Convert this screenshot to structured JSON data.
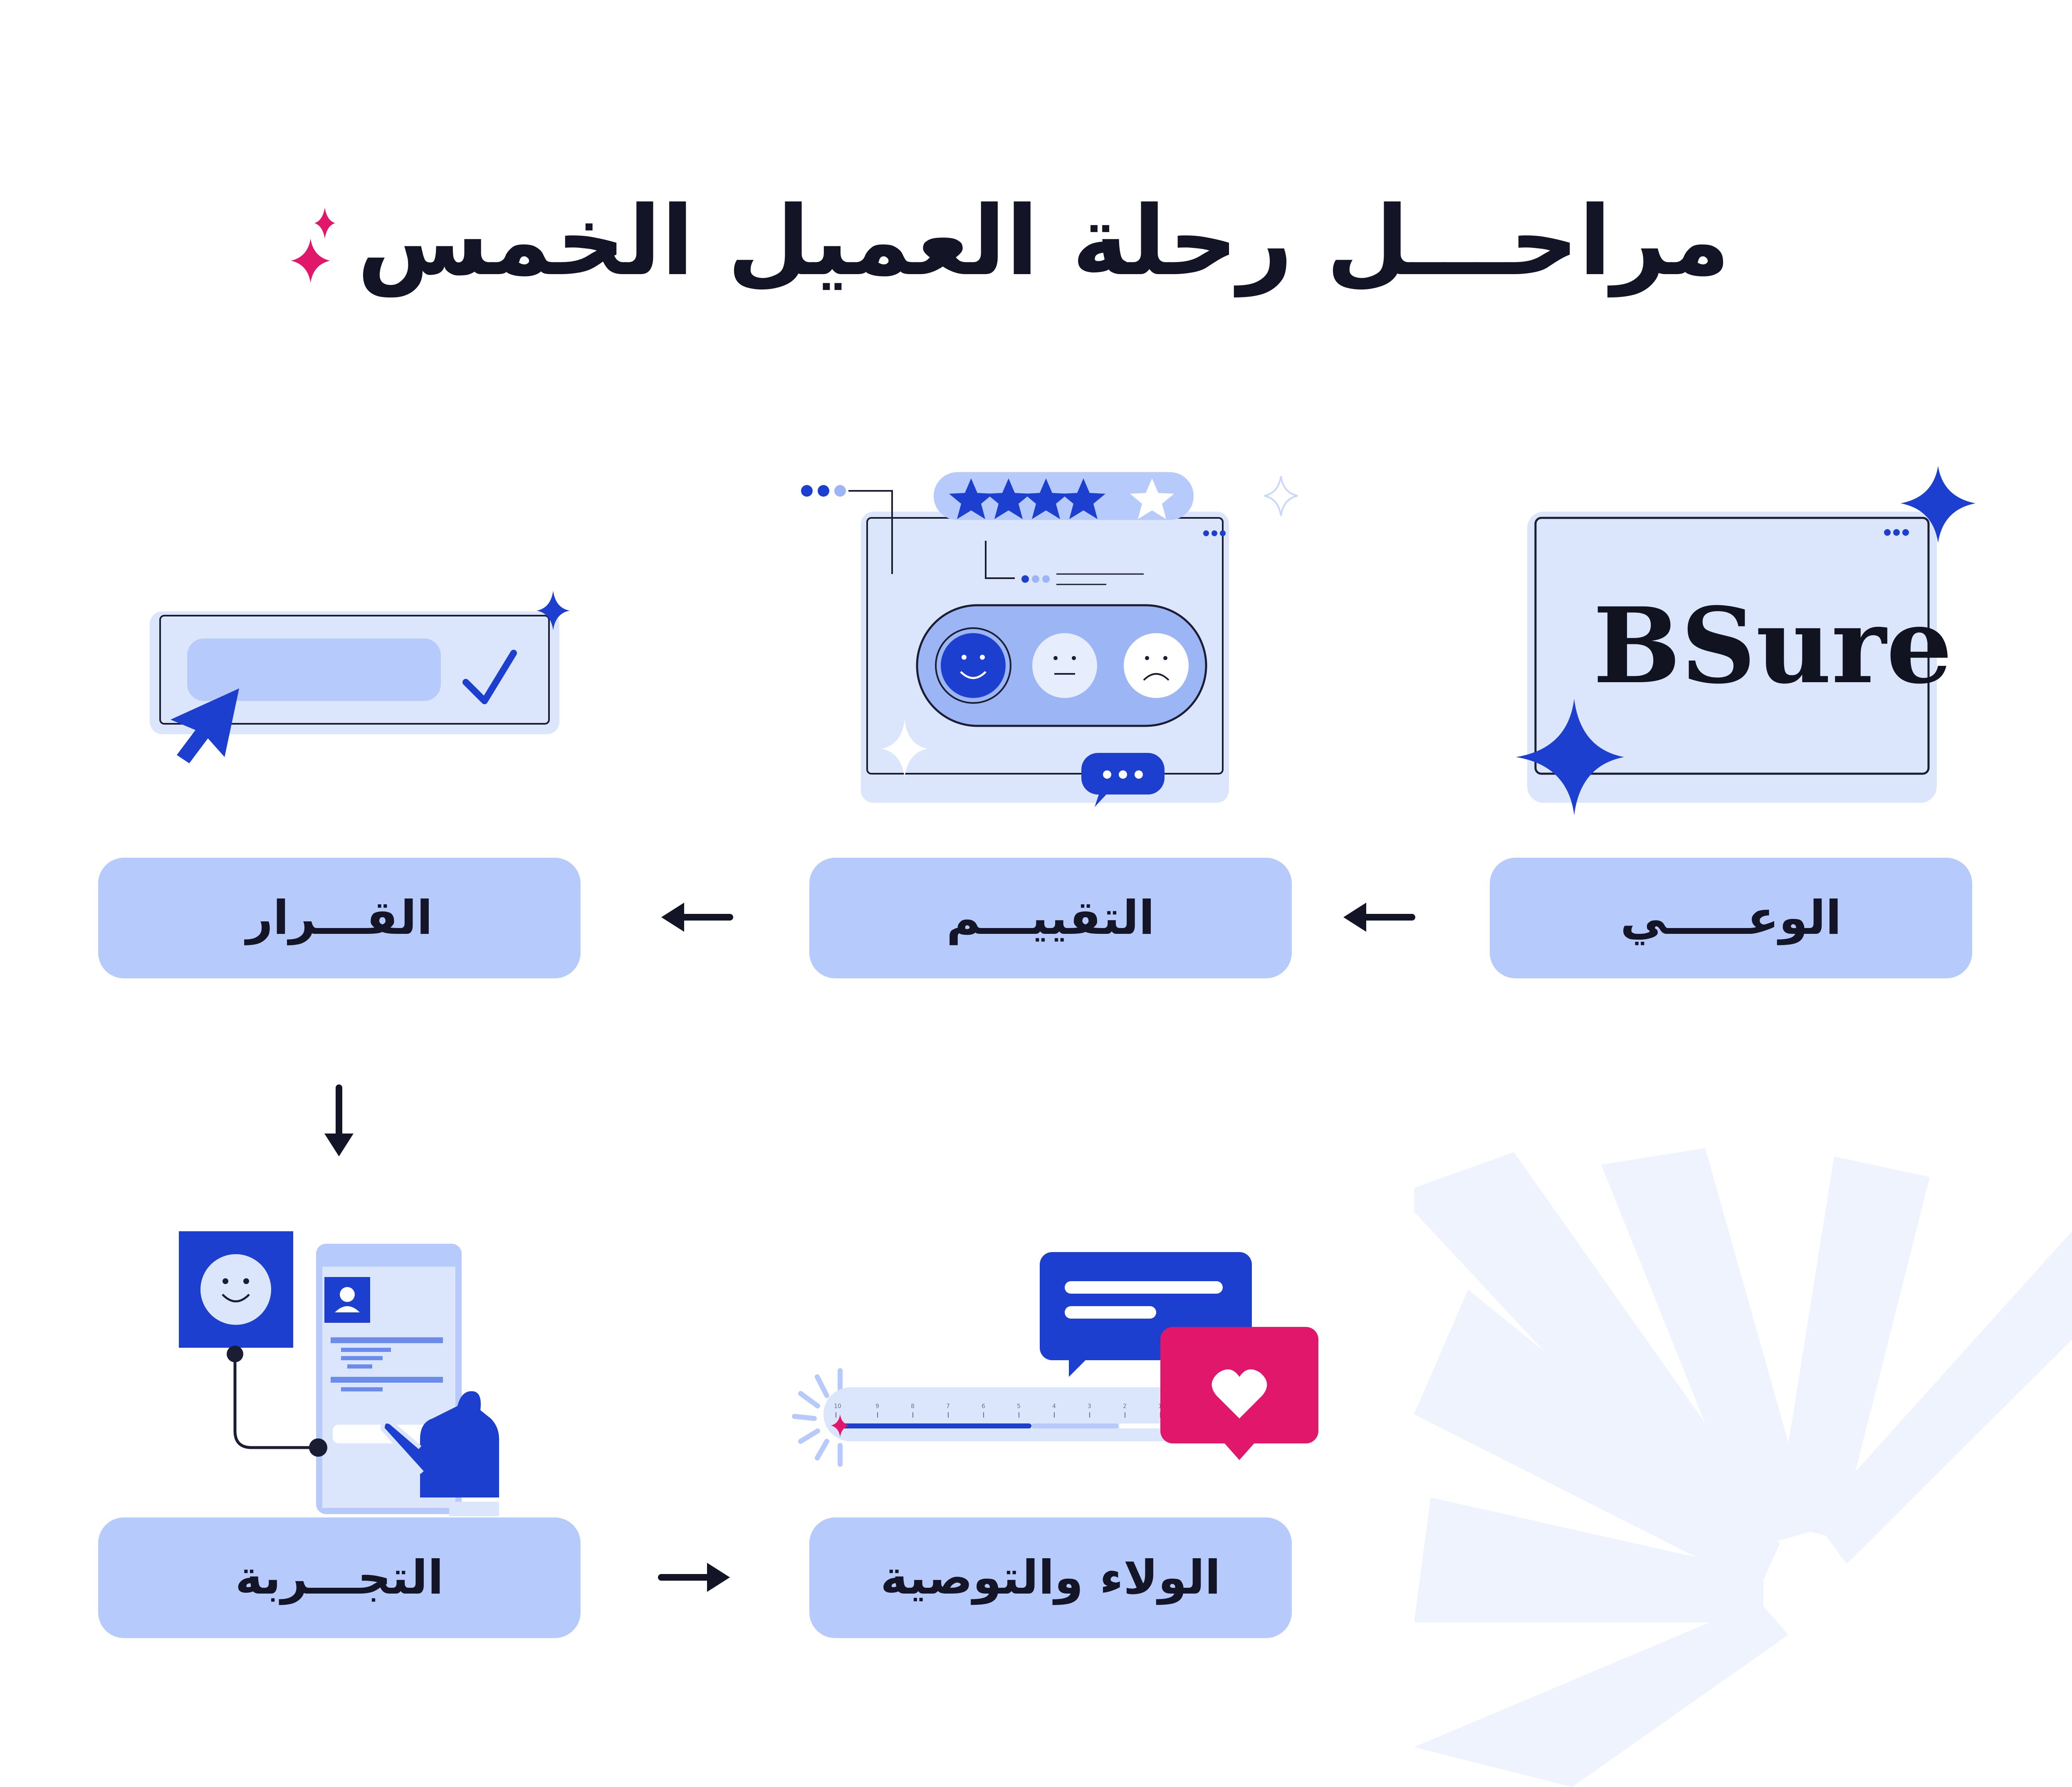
{
  "title": "مراحـــل رحلة العميل الخمس",
  "brand": {
    "logo_text": "BSure"
  },
  "stages": [
    {
      "label": "الوعـــــي"
    },
    {
      "label": "التقييـــم"
    },
    {
      "label": "القـــرار"
    },
    {
      "label": "التجـــربة"
    },
    {
      "label": "الولاء والتوصية"
    }
  ],
  "evaluation": {
    "stars_filled": 4,
    "stars_total": 5
  },
  "nps_scale": {
    "ticks": [
      "10",
      "9",
      "8",
      "7",
      "6",
      "5",
      "4",
      "3",
      "2",
      "1"
    ]
  },
  "colors": {
    "primary_blue": "#1c3fd0",
    "light_blue": "#b6cbfb",
    "panel_blue": "#dbe6fd",
    "accent_pink": "#e0176a",
    "ink": "#131527"
  },
  "icons": [
    "sparkle-icon",
    "star-icon",
    "smiley-icon",
    "chat-icon",
    "checkmark-icon",
    "cursor-icon",
    "user-icon",
    "hand-icon",
    "heart-icon",
    "message-icon",
    "arrow-left-icon",
    "arrow-down-icon",
    "arrow-right-icon"
  ]
}
